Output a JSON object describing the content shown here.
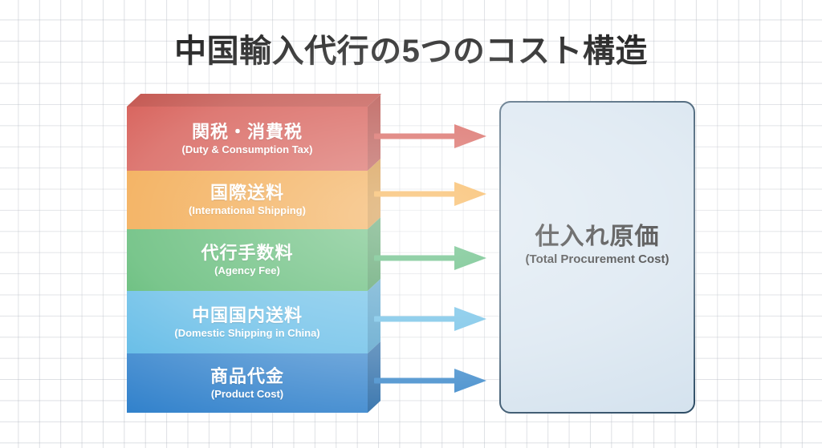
{
  "title": "中国輸入代行の5つのコスト構造",
  "background": {
    "style": "graph-paper-grid",
    "grid_color": "#aab0ba",
    "page_color": "#ffffff"
  },
  "cost_stack": {
    "layers": [
      {
        "id": "duty-consumption-tax",
        "label_ja": "関税・消費税",
        "label_en": "(Duty & Consumption Tax)",
        "color": "#cf4038",
        "side_color": "#a82f28",
        "top_color": "#b8352d",
        "arrow_color": "#cf4038"
      },
      {
        "id": "international-shipping",
        "label_ja": "国際送料",
        "label_en": "(International Shipping)",
        "color": "#ef9526",
        "side_color": "#c87a13",
        "arrow_color": "#f59c20"
      },
      {
        "id": "agency-fee",
        "label_ja": "代行手数料",
        "label_en": "(Agency Fee)",
        "color": "#40ad5b",
        "side_color": "#2e8a45",
        "arrow_color": "#32a85a"
      },
      {
        "id": "domestic-shipping-china",
        "label_ja": "中国国内送料",
        "label_en": "(Domestic Shipping in China)",
        "color": "#51b4e4",
        "side_color": "#3b93c2",
        "arrow_color": "#54b4e2"
      },
      {
        "id": "product-cost",
        "label_ja": "商品代金",
        "label_en": "(Product Cost)",
        "color": "#2f80cb",
        "side_color": "#2064a3",
        "arrow_color": "#2c7fc6"
      }
    ]
  },
  "arrows": {
    "count": 5,
    "direction": "left-to-right",
    "shape": "line-with-triangle-head"
  },
  "result": {
    "label_ja": "仕入れ原価",
    "label_en": "(Total Procurement Cost)",
    "fill_color": "#d4e2ee",
    "border_color": "#2b4a63"
  }
}
